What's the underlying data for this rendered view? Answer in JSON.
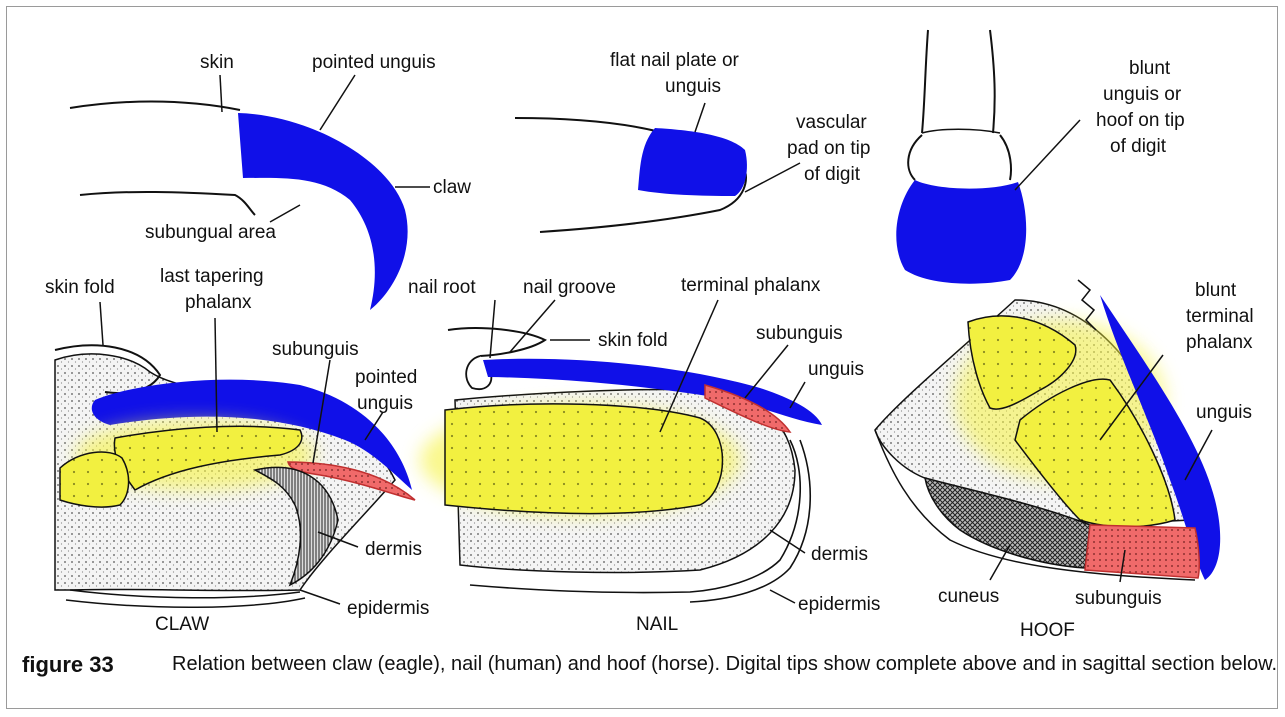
{
  "colors": {
    "unguis": "#1010e8",
    "bone": "#f2f040",
    "subunguis": "#f06a6a",
    "tissue": "#efefef",
    "ink": "#111111"
  },
  "labels": {
    "skin": "skin",
    "pointed_unguis_top": "pointed unguis",
    "claw": "claw",
    "subungual_area": "subungual area",
    "flat_nail_plate_1": "flat nail plate or",
    "flat_nail_plate_2": "unguis",
    "vascular_pad_1": "vascular",
    "vascular_pad_2": "pad on tip",
    "vascular_pad_3": "of digit",
    "blunt_unguis_1": "blunt",
    "blunt_unguis_2": "unguis or",
    "blunt_unguis_3": "hoof on tip",
    "blunt_unguis_4": "of digit",
    "skin_fold_claw": "skin fold",
    "last_tapering_1": "last tapering",
    "last_tapering_2": "phalanx",
    "subunguis_claw": "subunguis",
    "pointed_unguis_1": "pointed",
    "pointed_unguis_2": "unguis",
    "dermis_claw": "dermis",
    "epidermis_claw": "epidermis",
    "claw_title": "CLAW",
    "nail_root": "nail root",
    "nail_groove": "nail groove",
    "skin_fold_nail": "skin fold",
    "terminal_phalanx": "terminal phalanx",
    "subunguis_nail": "subunguis",
    "unguis_nail": "unguis",
    "dermis_nail": "dermis",
    "epidermis_nail": "epidermis",
    "nail_title": "NAIL",
    "blunt_terminal_1": "blunt",
    "blunt_terminal_2": "terminal",
    "blunt_terminal_3": "phalanx",
    "unguis_hoof": "unguis",
    "cuneus": "cuneus",
    "subunguis_hoof": "subunguis",
    "hoof_title": "HOOF"
  },
  "caption": {
    "number": "figure 33",
    "text": "Relation between claw (eagle), nail (human) and hoof (horse). Digital tips show complete above and in sagittal section below."
  }
}
